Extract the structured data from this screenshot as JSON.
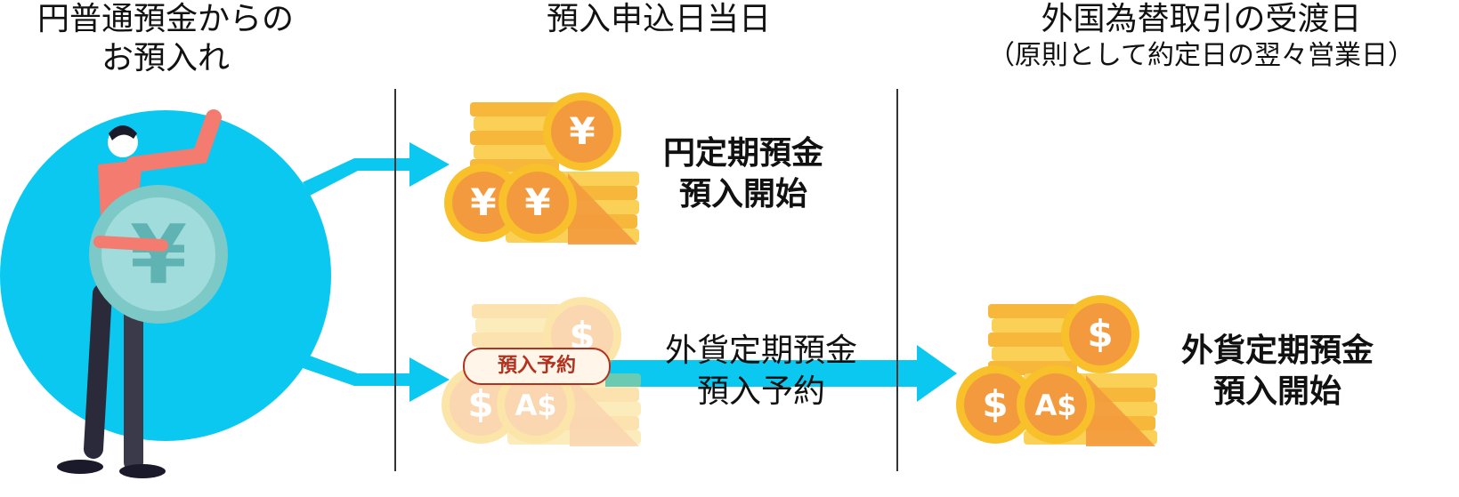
{
  "headers": {
    "source_line1": "円普通預金からの",
    "source_line2": "お預入れ",
    "application_day": "預入申込日当日",
    "fx_day": "外国為替取引の受渡日",
    "fx_day_note": "（原則として約定日の翌々営業日）"
  },
  "labels": {
    "yen_time_deposit_line1": "円定期預金",
    "yen_time_deposit_line2": "預入開始",
    "fx_reserve_line1": "外貨定期預金",
    "fx_reserve_line2": "預入予約",
    "fx_start_line1": "外貨定期預金",
    "fx_start_line2": "預入開始"
  },
  "badge": {
    "reservation": "預入予約"
  },
  "coin_symbols": {
    "yen": "¥",
    "dollar": "$",
    "aud": "A$"
  },
  "colors": {
    "circle": "#0bc8f0",
    "arrow": "#0bc8f0",
    "coin_gold": "#f8c02a",
    "coin_orange": "#f39a3e",
    "badge_red": "#b2311f"
  }
}
